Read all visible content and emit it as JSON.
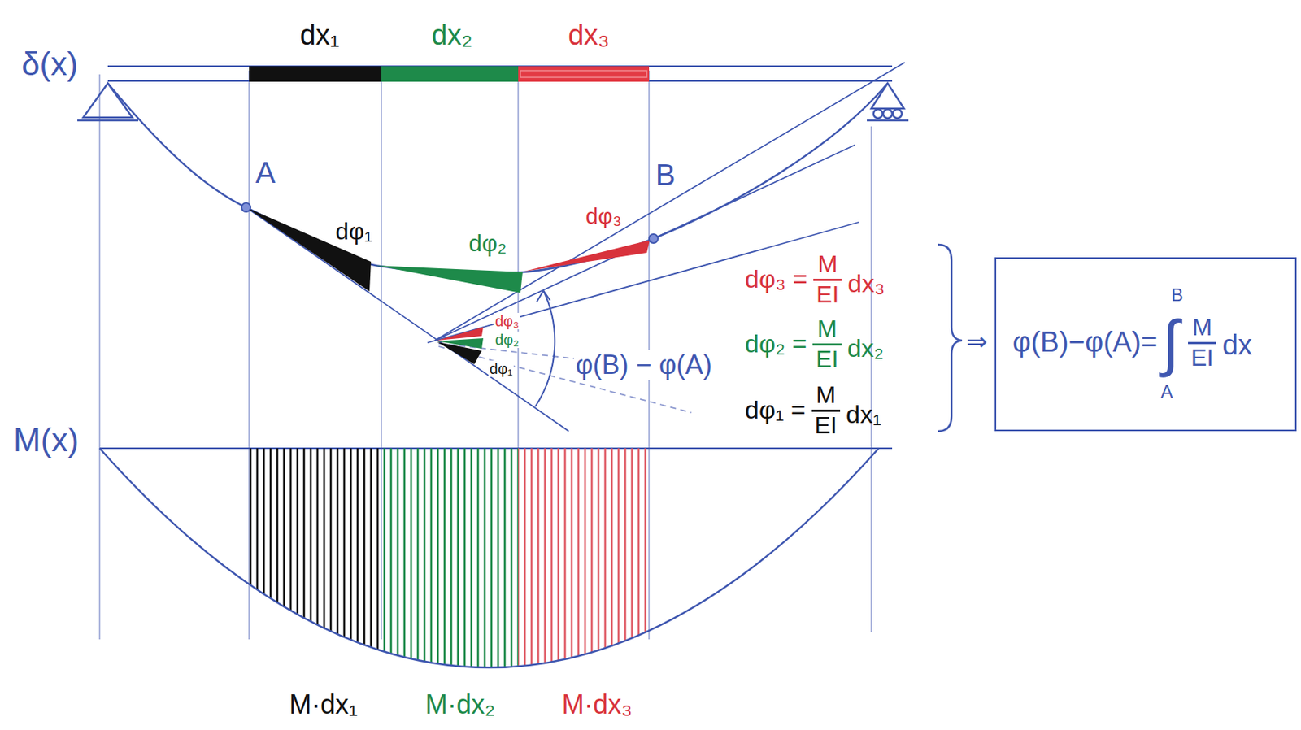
{
  "diagram": {
    "nodes": [
      {
        "text": [
          "φ(B)−φ(A)=",
          "∫",
          "B",
          "A",
          "M",
          "EI",
          "dx"
        ]
      }
    ],
    "labels": [
      "δ(x)",
      "dx₁",
      "dx₂",
      "dx₃",
      "A",
      "B",
      "dφ₁",
      "dφ₂",
      "dφ₃",
      "dφ₃",
      "dφ₂",
      "dφ₁",
      "φ(B) − φ(A)",
      "dφ₃ =",
      "M",
      "EI",
      "dx₃",
      "dφ₂ =",
      "M",
      "EI",
      "dx₂",
      "dφ₁ =",
      "M",
      "EI",
      "dx₁",
      "⇒",
      "M(x)",
      "M·dx₁",
      "M·dx₂",
      "M·dx₃"
    ]
  }
}
